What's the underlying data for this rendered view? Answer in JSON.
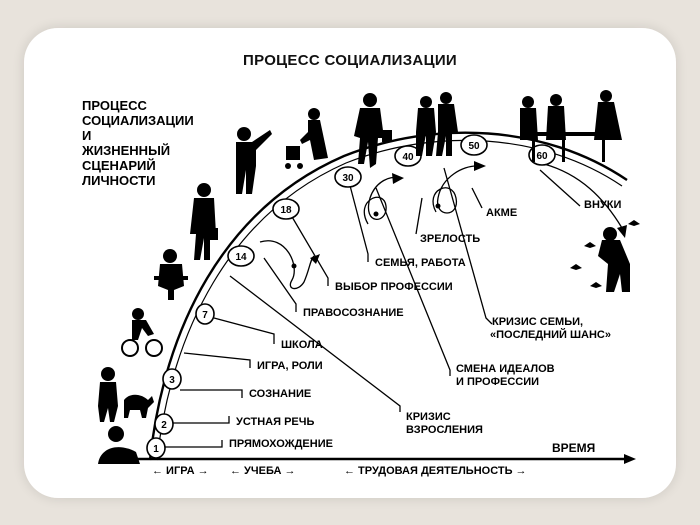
{
  "slide": {
    "title": "ПРОЦЕСС СОЦИАЛИЗАЦИИ"
  },
  "diagram": {
    "heading_lines": [
      "ПРОЦЕСС",
      "СОЦИАЛИЗАЦИИ",
      "И",
      "ЖИЗНЕННЫЙ",
      "СЦЕНАРИЙ",
      "ЛИЧНОСТИ"
    ],
    "ages": [
      "1",
      "2",
      "3",
      "7",
      "14",
      "18",
      "30",
      "40",
      "50",
      "60"
    ],
    "stages": {
      "walking": "ПРЯМОХОЖДЕНИЕ",
      "speech": "УСТНАЯ РЕЧЬ",
      "consciousness": "СОЗНАНИЕ",
      "play_roles": "ИГРА, РОЛИ",
      "school": "ШКОЛА",
      "legal_awareness": "ПРАВОСОЗНАНИЕ",
      "profession_choice": "ВЫБОР ПРОФЕССИИ",
      "family_work": "СЕМЬЯ, РАБОТА",
      "maturity": "ЗРЕЛОСТЬ",
      "acme": "АКМЕ",
      "grandchildren": "ВНУКИ",
      "crisis_growing_up_1": "КРИЗИС",
      "crisis_growing_up_2": "ВЗРОСЛЕНИЯ",
      "ideals_change_1": "СМЕНА ИДЕАЛОВ",
      "ideals_change_2": "И ПРОФЕССИИ",
      "family_crisis_1": "КРИЗИС СЕМЬИ,",
      "family_crisis_2": "«ПОСЛЕДНИЙ ШАНС»"
    },
    "axis": {
      "label": "ВРЕМЯ",
      "phase_play": "← ИГРА →",
      "phase_study": "← УЧЕБА →",
      "phase_work": "← ТРУДОВАЯ ДЕЯТЕЛЬНОСТЬ →"
    }
  }
}
